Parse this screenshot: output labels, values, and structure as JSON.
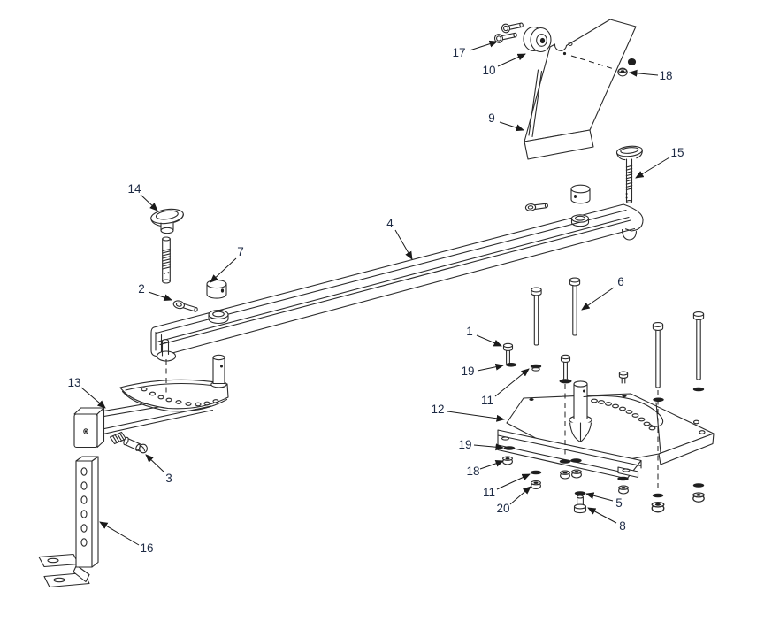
{
  "figure": {
    "type": "exploded-parts-diagram",
    "background_color": "#ffffff",
    "line_color": "#2b2b2b",
    "label_color": "#1d2a44"
  },
  "callouts": [
    {
      "label": "17"
    },
    {
      "label": "10"
    },
    {
      "label": "9"
    },
    {
      "label": "18"
    },
    {
      "label": "15"
    },
    {
      "label": "14"
    },
    {
      "label": "2"
    },
    {
      "label": "7"
    },
    {
      "label": "4"
    },
    {
      "label": "6"
    },
    {
      "label": "1"
    },
    {
      "label": "19"
    },
    {
      "label": "11"
    },
    {
      "label": "12"
    },
    {
      "label": "13"
    },
    {
      "label": "3"
    },
    {
      "label": "16"
    },
    {
      "label": "19"
    },
    {
      "label": "18"
    },
    {
      "label": "11"
    },
    {
      "label": "20"
    },
    {
      "label": "5"
    },
    {
      "label": "8"
    }
  ]
}
